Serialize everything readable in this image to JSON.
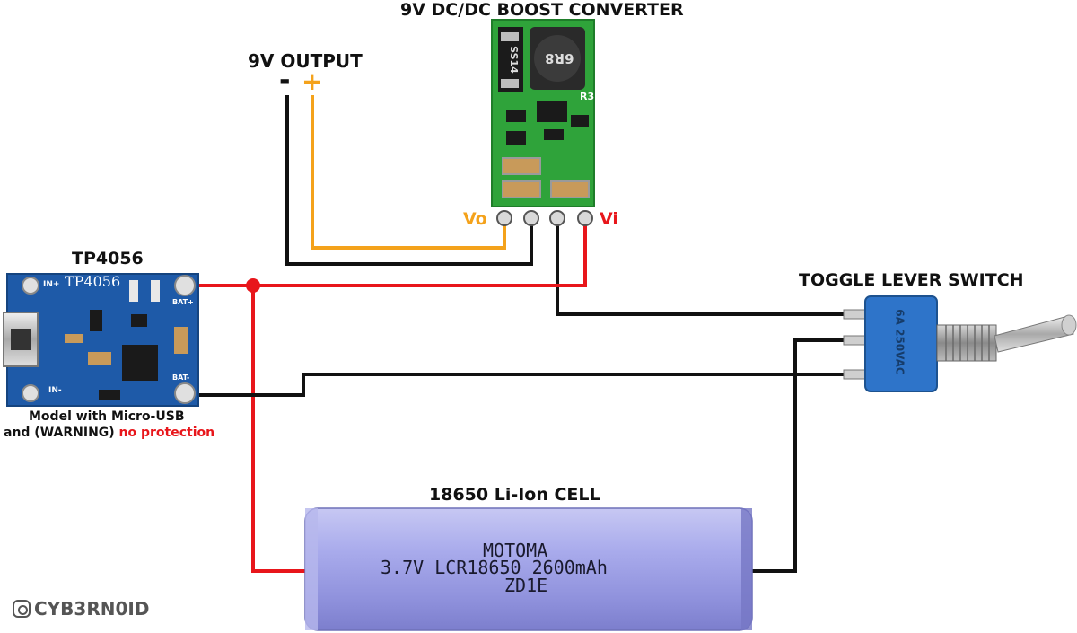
{
  "boost": {
    "title": "9V DC/DC BOOST CONVERTER",
    "chip_label": "SS14",
    "inductor_label": "6R8",
    "r_label": "R3",
    "pin_vo": "Vo",
    "pin_vi": "Vi"
  },
  "output": {
    "title": "9V OUTPUT",
    "minus": "-",
    "plus": "+"
  },
  "charger": {
    "title": "TP4056",
    "board_label": "TP4056",
    "in_plus": "IN+",
    "in_minus": "IN-",
    "bat_plus": "BAT+",
    "bat_minus": "BAT-",
    "note_line1": "Model with Micro-USB",
    "note_line2_prefix": "and (WARNING) ",
    "note_line2_warning": "no protection"
  },
  "switch": {
    "title": "TOGGLE LEVER SWITCH",
    "body_label": "6A 250VAC"
  },
  "cell": {
    "title": "18650 Li-Ion CELL",
    "line1": "MOTOMA",
    "line2": "3.7V LCR18650 2600mAh",
    "line3": "ZD1E"
  },
  "watermark": {
    "text": "CYB3RN0ID"
  },
  "colors": {
    "red_wire": "#e8161b",
    "black_wire": "#111111",
    "orange_wire": "#f4a21b",
    "pcb_green": "#2fa33a",
    "pcb_blue": "#1e5aa8",
    "switch_blue": "#2e74c9",
    "cell_lavender": "#9ea0e6"
  }
}
